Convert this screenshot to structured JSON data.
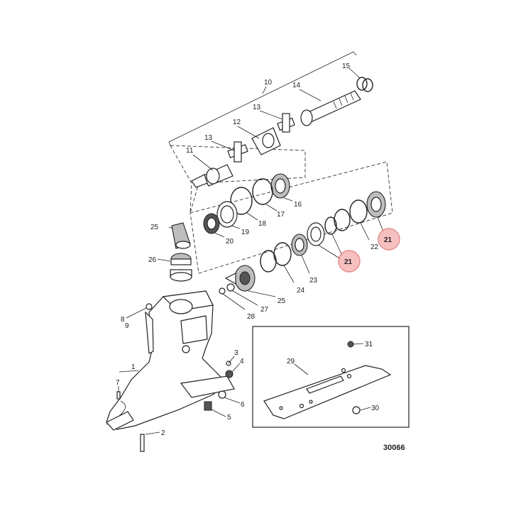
{
  "diagram": {
    "figure_number": "30066",
    "callouts": [
      "1",
      "2",
      "3",
      "4",
      "5",
      "6",
      "7",
      "8",
      "9",
      "10",
      "11",
      "12",
      "13",
      "13",
      "14",
      "15",
      "16",
      "17",
      "18",
      "19",
      "20",
      "21",
      "21",
      "22",
      "23",
      "24",
      "25",
      "25",
      "26",
      "27",
      "28",
      "29",
      "30",
      "31"
    ],
    "highlighted_callouts": [
      "21",
      "21"
    ],
    "highlight_color": "#f6b6b6"
  }
}
